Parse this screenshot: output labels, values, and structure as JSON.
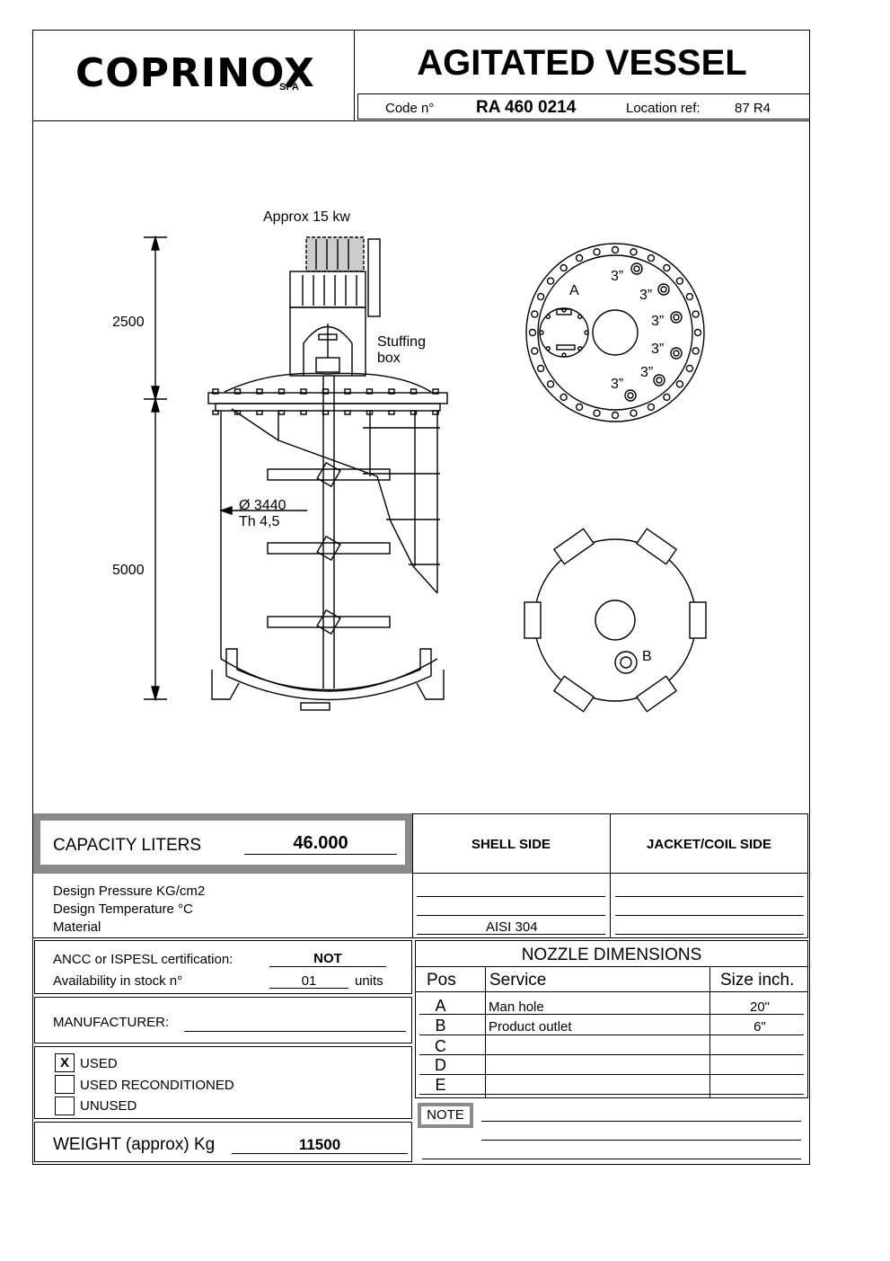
{
  "header": {
    "logo_text": "COPRINOX",
    "logo_suffix": "SPA",
    "title": "AGITATED VESSEL",
    "code_label": "Code  n°",
    "code_value": "RA 460 0214",
    "location_label": "Location ref:",
    "location_value": "87 R4"
  },
  "drawing": {
    "motor_label": "Approx 15 kw",
    "dim_top": "2500",
    "dim_bottom": "5000",
    "stuffing_line1": "Stuffing",
    "stuffing_line2": "box",
    "diameter": "Ø 3440",
    "thickness": "Th 4,5",
    "top_view_manhole": "A",
    "nozzle_labels": [
      "3”",
      "3”",
      "3”",
      "3”",
      "3”",
      "3”"
    ],
    "bottom_view_outlet": "B"
  },
  "capacity": {
    "label": "CAPACITY LITERS",
    "value": "46.000"
  },
  "sides": {
    "shell": "SHELL SIDE",
    "jacket": "JACKET/COIL SIDE"
  },
  "design": {
    "pressure_label": "Design  Pressure  KG/cm2",
    "temperature_label": "Design  Temperature   °C",
    "material_label": "Material",
    "shell_material": "AISI  304"
  },
  "certification": {
    "label": "ANCC  or  ISPESL certification:",
    "value": "NOT"
  },
  "stock": {
    "label": "Availability in stock n°",
    "value": "01",
    "unit": "units"
  },
  "manufacturer": {
    "label": "MANUFACTURER:"
  },
  "condition": {
    "checked_mark": "X",
    "options": [
      "USED",
      "USED RECONDITIONED",
      "UNUSED"
    ]
  },
  "weight": {
    "label": "WEIGHT (approx) Kg",
    "value": "11500"
  },
  "nozzles": {
    "title": "NOZZLE  DIMENSIONS",
    "headers": {
      "pos": "Pos",
      "service": "Service",
      "size": "Size inch."
    },
    "rows": [
      {
        "pos": "A",
        "service": "Man hole",
        "size": "20\""
      },
      {
        "pos": "B",
        "service": "Product outlet",
        "size": "6\""
      },
      {
        "pos": "C",
        "service": "",
        "size": ""
      },
      {
        "pos": "D",
        "service": "",
        "size": ""
      },
      {
        "pos": "E",
        "service": "",
        "size": ""
      }
    ]
  },
  "note": {
    "label": "NOTE"
  }
}
